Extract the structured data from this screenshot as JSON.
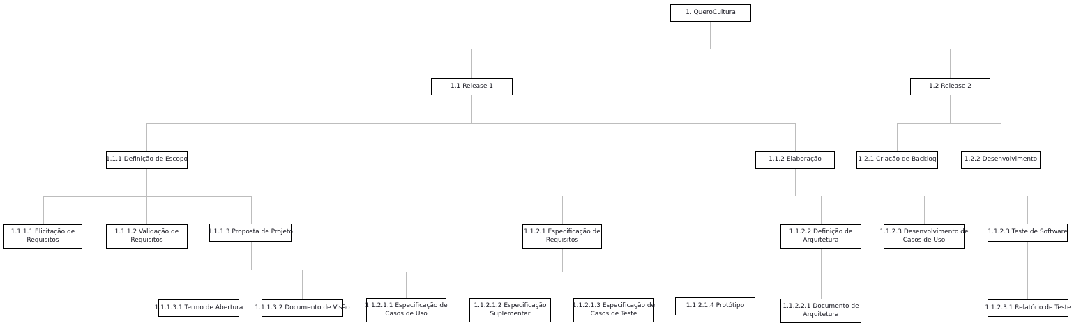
{
  "diagram_title": "1. QueroCultura",
  "colors": {
    "background": "#ffffff",
    "box_border": "#000000",
    "box_fill": "#ffffff",
    "text": "#14141e",
    "connector": "#bdbdbd"
  },
  "tree": {
    "label": "1. QueroCultura",
    "children": [
      {
        "label": "1.1 Release 1",
        "children": [
          {
            "label": "1.1.1 Definição de Escopo",
            "children": [
              {
                "label": "1.1.1.1 Elicitação de\nRequisitos"
              },
              {
                "label": "1.1.1.2 Validação de\nRequisitos"
              },
              {
                "label": "1.1.1.3 Proposta de Projeto",
                "children": [
                  {
                    "label": "1.1.1.3.1 Termo de Abertura"
                  },
                  {
                    "label": "1.1.1.3.2 Documento de Visão"
                  }
                ]
              }
            ]
          },
          {
            "label": "1.1.2 Elaboração",
            "children": [
              {
                "label": "1.1.2.1 Especificação de\nRequisitos",
                "children": [
                  {
                    "label": "1.1.2.1.1 Especificação de\nCasos de Uso"
                  },
                  {
                    "label": "1.1.2.1.2 Especificação\nSuplementar"
                  },
                  {
                    "label": "1.1.2.1.3 Especificação de\nCasos de Teste"
                  },
                  {
                    "label": "1.1.2.1.4 Protótipo"
                  }
                ]
              },
              {
                "label": "1.1.2.2 Definição de\nArquitetura",
                "children": [
                  {
                    "label": "1.1.2.2.1 Documento de\nArquitetura"
                  }
                ]
              },
              {
                "label": "1.1.2.3 Desenvolvimento de\nCasos de Uso"
              },
              {
                "label": "1.1.2.3 Teste de Software",
                "children": [
                  {
                    "label": "1.1.2.3.1 Relatório de Teste"
                  }
                ]
              }
            ]
          }
        ]
      },
      {
        "label": "1.2 Release 2",
        "children": [
          {
            "label": "1.2.1 Criação de Backlog"
          },
          {
            "label": "1.2.2 Desenvolvimento"
          }
        ]
      }
    ]
  }
}
